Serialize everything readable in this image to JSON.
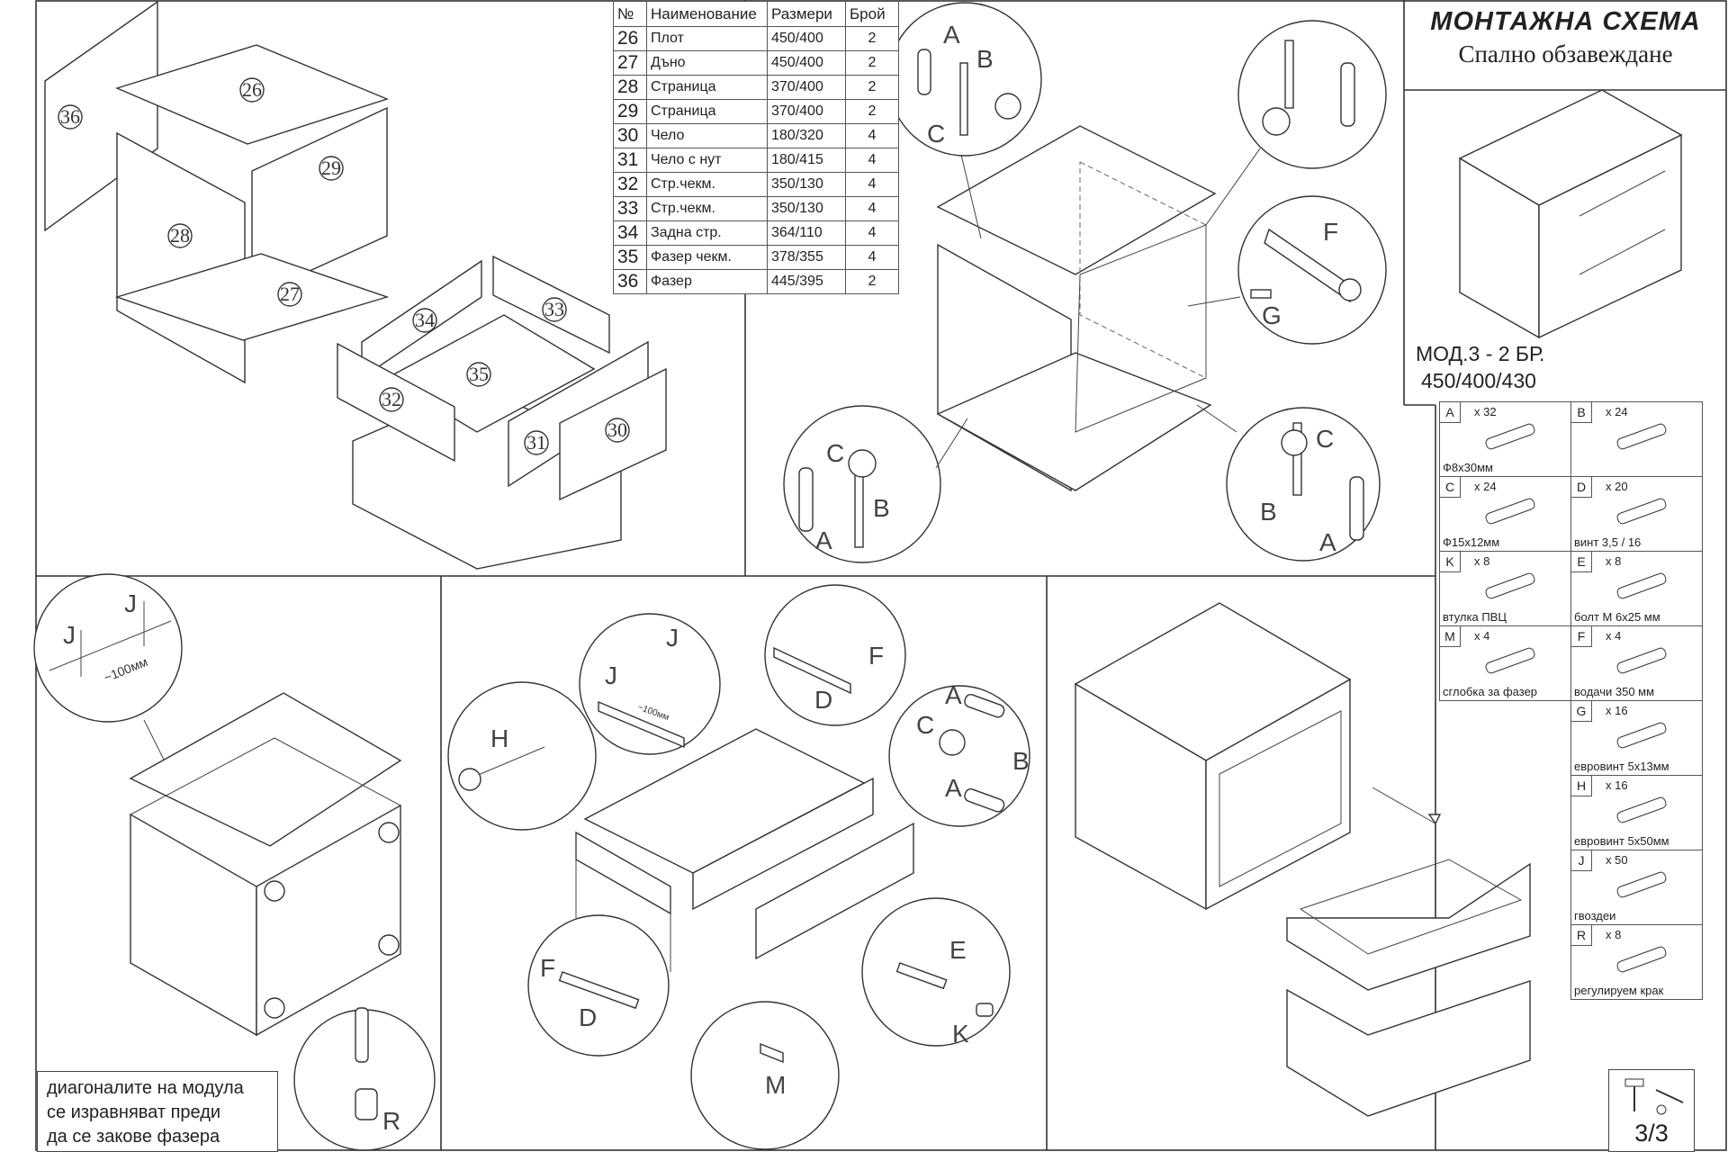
{
  "title": {
    "main": "МОНТАЖНА СХЕМА",
    "subtitle": "Спално обзавеждане"
  },
  "model": {
    "line1": "МОД.3 - 2 БР.",
    "line2": "450/400/430"
  },
  "parts_table": {
    "headers": [
      "№",
      "Наименование",
      "Размери",
      "Брой"
    ],
    "rows": [
      {
        "num": "26",
        "name": "Плот",
        "size": "450/400",
        "qty": "2"
      },
      {
        "num": "27",
        "name": "Дъно",
        "size": "450/400",
        "qty": "2"
      },
      {
        "num": "28",
        "name": "Страница",
        "size": "370/400",
        "qty": "2"
      },
      {
        "num": "29",
        "name": "Страница",
        "size": "370/400",
        "qty": "2"
      },
      {
        "num": "30",
        "name": "Чело",
        "size": "180/320",
        "qty": "4"
      },
      {
        "num": "31",
        "name": "Чело с нут",
        "size": "180/415",
        "qty": "4"
      },
      {
        "num": "32",
        "name": "Стр.чекм.",
        "size": "350/130",
        "qty": "4"
      },
      {
        "num": "33",
        "name": "Стр.чекм.",
        "size": "350/130",
        "qty": "4"
      },
      {
        "num": "34",
        "name": "Задна стр.",
        "size": "364/110",
        "qty": "4"
      },
      {
        "num": "35",
        "name": "Фазер чекм.",
        "size": "378/355",
        "qty": "4"
      },
      {
        "num": "36",
        "name": "Фазер",
        "size": "445/395",
        "qty": "2"
      }
    ]
  },
  "hardware": [
    {
      "code": "A",
      "qty": "x 32",
      "desc": "Ф8х30мм",
      "icon": "dowel-icon"
    },
    {
      "code": "B",
      "qty": "x 24",
      "desc": "",
      "icon": "confirmat-screw-icon"
    },
    {
      "code": "C",
      "qty": "x 24",
      "desc": "Ф15х12мм",
      "icon": "cam-lock-icon"
    },
    {
      "code": "D",
      "qty": "x 20",
      "desc": "винт 3,5 / 16",
      "icon": "wood-screw-icon"
    },
    {
      "code": "K",
      "qty": "x 8",
      "desc": "втулка ПВЦ",
      "icon": "pvc-insert-icon"
    },
    {
      "code": "E",
      "qty": "x 8",
      "desc": "болт М 6х25 мм",
      "icon": "bolt-icon"
    },
    {
      "code": "M",
      "qty": "x 4",
      "desc": "сглобка за фазер",
      "icon": "corner-joint-icon"
    },
    {
      "code": "F",
      "qty": "x 4",
      "desc": "водачи 350 мм",
      "icon": "drawer-slide-icon"
    },
    {
      "code": "G",
      "qty": "x 16",
      "desc": "евровинт 5х13мм",
      "icon": "euro-screw-short-icon"
    },
    {
      "code": "H",
      "qty": "x 16",
      "desc": "евровинт 5х50мм",
      "icon": "euro-screw-long-icon"
    },
    {
      "code": "J",
      "qty": "x 50",
      "desc": "гвоздеи",
      "icon": "nail-icon"
    },
    {
      "code": "R",
      "qty": "x 8",
      "desc": "регулируем крак",
      "icon": "adjustable-foot-icon"
    }
  ],
  "panel_labels": {
    "top_left": [
      "26",
      "27",
      "28",
      "29",
      "36"
    ],
    "drawer": [
      "30",
      "31",
      "32",
      "33",
      "34",
      "35"
    ]
  },
  "fastener_letters": {
    "a": "A",
    "b": "B",
    "c": "C",
    "d": "D",
    "e": "E",
    "f": "F",
    "g": "G",
    "h": "H",
    "j": "J",
    "k": "K",
    "m": "M",
    "r": "R"
  },
  "dimension_100": "~100мм",
  "dimension_100_small": "~100мм",
  "note": {
    "line1": "диагоналите на модула",
    "line2": "се изравняват преди",
    "line3": "да се закове фазера"
  },
  "page": "3/3"
}
